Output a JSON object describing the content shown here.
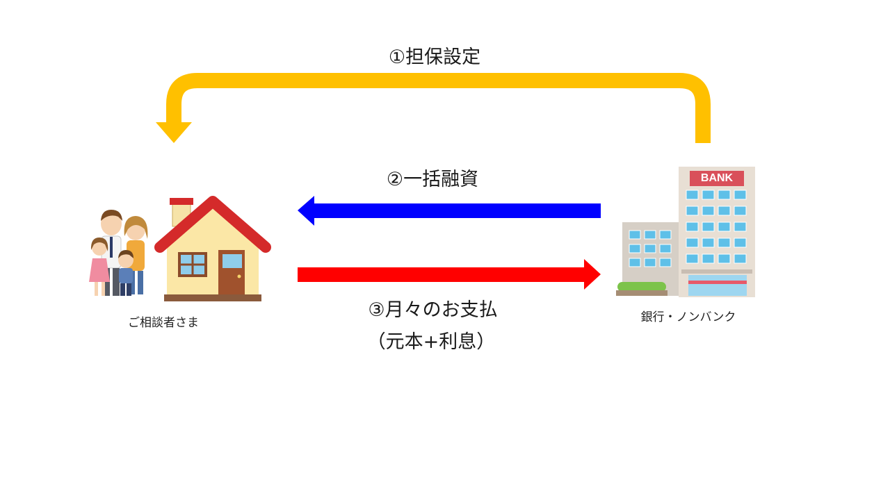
{
  "steps": {
    "collateral": {
      "label": "①担保設定"
    },
    "loan": {
      "label": "②一括融資"
    },
    "repayment": {
      "label": "③月々のお支払",
      "detail": "（元本+利息）"
    }
  },
  "parties": {
    "customer": {
      "label": "ご相談者さま"
    },
    "bank": {
      "label": "銀行・ノンバンク",
      "sign": "BANK"
    }
  },
  "colors": {
    "collateral_arrow": "#FFC000",
    "loan_arrow": "#0000FF",
    "repayment_arrow": "#FF0000",
    "roof": "#D42A2A",
    "bank_sign": "#D9505A"
  }
}
